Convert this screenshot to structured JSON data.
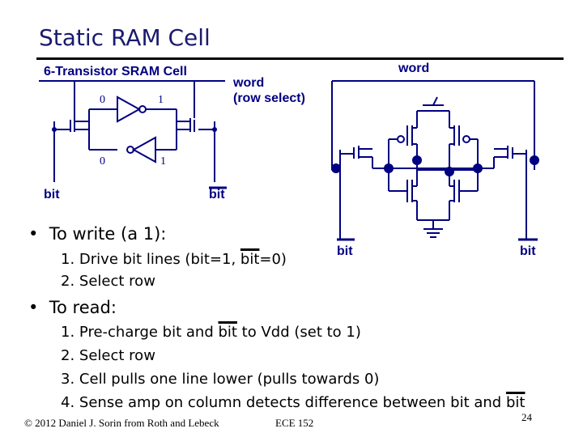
{
  "title": "Static RAM Cell",
  "left_diagram": {
    "label": "6-Transistor SRAM Cell",
    "word_label_line1": "word",
    "word_label_line2": "(row select)",
    "node_top_left": "0",
    "node_top_right": "1",
    "node_bottom_left": "0",
    "node_bottom_right": "1",
    "bit_left": "bit",
    "bit_right": "bit"
  },
  "right_diagram": {
    "word_label": "word",
    "bit_left": "bit",
    "bit_right": "bit"
  },
  "write": {
    "heading": "To write (a 1):",
    "steps": [
      {
        "num": "1.",
        "text_before": "Drive bit lines (bit=1, ",
        "text_over": "bit",
        "text_after": "=0)"
      },
      {
        "num": "2.",
        "text": "Select row"
      }
    ]
  },
  "read": {
    "heading": "To read:",
    "steps": [
      {
        "num": "1.",
        "text_before": "Pre-charge bit and ",
        "text_over": "bit",
        "text_after": " to Vdd (set to 1)"
      },
      {
        "num": "2.",
        "text": "Select row"
      },
      {
        "num": "3.",
        "text": "Cell pulls one line lower (pulls towards 0)"
      },
      {
        "num": "4.",
        "text_before": "Sense amp on column detects difference between bit and ",
        "text_over": "bit",
        "text_after": ""
      }
    ]
  },
  "footer": {
    "copyright": "© 2012 Daniel J. Sorin from Roth and Lebeck",
    "course": "ECE 152",
    "page": "24"
  },
  "colors": {
    "wire": "#000080",
    "text": "#000000",
    "title": "#1a1a6e"
  }
}
